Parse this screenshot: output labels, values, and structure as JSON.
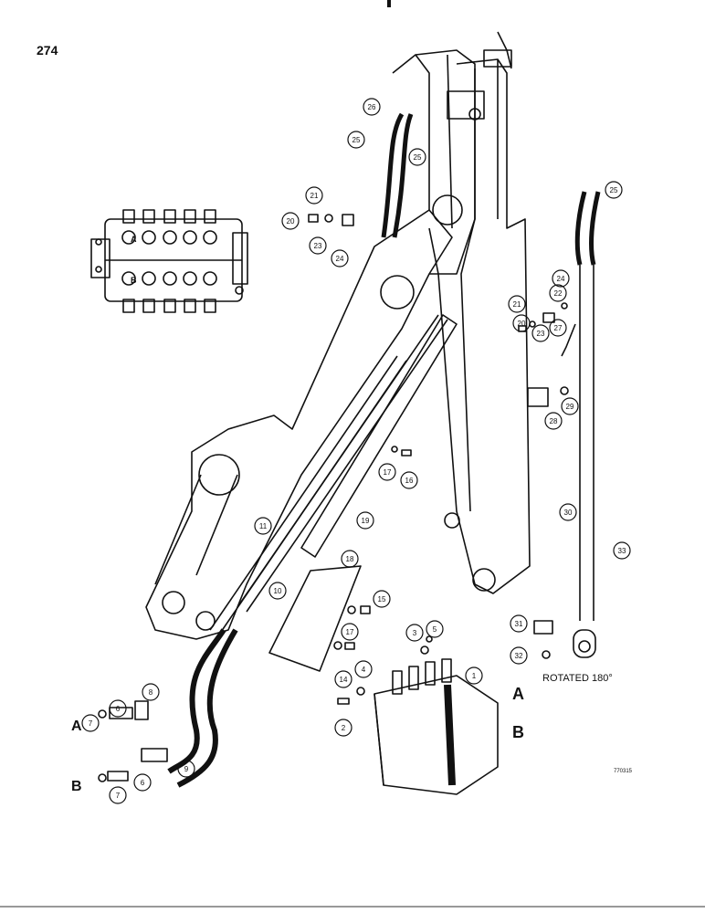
{
  "page_number": "274",
  "side_labels": {
    "a_port": "A",
    "b_port": "B"
  },
  "left_labels": {
    "a": "A",
    "b": "B"
  },
  "valve_ports": {
    "a": "A",
    "b": "B"
  },
  "rotated_note": "ROTATED 180°",
  "figure_code": "770315",
  "callouts": [
    "1",
    "2",
    "3",
    "4",
    "5",
    "6",
    "6",
    "7",
    "7",
    "8",
    "9",
    "10",
    "11",
    "14",
    "15",
    "16",
    "17",
    "17",
    "18",
    "19",
    "20",
    "20",
    "21",
    "21",
    "22",
    "23",
    "23",
    "24",
    "24",
    "25",
    "25",
    "25",
    "26",
    "27",
    "28",
    "29",
    "30",
    "31",
    "32",
    "33"
  ],
  "colors": {
    "ink": "#111111",
    "paper": "#ffffff"
  }
}
